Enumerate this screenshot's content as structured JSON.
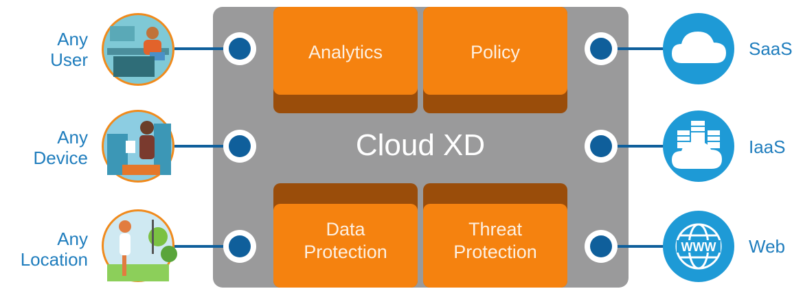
{
  "left_labels": [
    {
      "line1": "Any",
      "line2": "User",
      "icon": "user-at-desk-icon"
    },
    {
      "line1": "Any",
      "line2": "Device",
      "icon": "traveler-with-tablet-icon"
    },
    {
      "line1": "Any",
      "line2": "Location",
      "icon": "person-in-park-icon"
    }
  ],
  "right_labels": [
    {
      "label": "SaaS",
      "icon": "cloud-icon"
    },
    {
      "label": "IaaS",
      "icon": "cloud-servers-icon"
    },
    {
      "label": "Web",
      "icon": "globe-www-icon"
    }
  ],
  "center": {
    "title": "Cloud XD"
  },
  "tiles": {
    "top_left": {
      "line1": "Analytics",
      "line2": ""
    },
    "top_right": {
      "line1": "Policy",
      "line2": ""
    },
    "bottom_left": {
      "line1": "Data",
      "line2": "Protection"
    },
    "bottom_right": {
      "line1": "Threat",
      "line2": "Protection"
    }
  },
  "colors": {
    "frame": "#9a9a9b",
    "tile": "#f5820f",
    "tile_dark": "#9a4d0a",
    "node": "#0f5f9b",
    "text_blue": "#1f7dbd",
    "circle_blue": "#1e9ad6",
    "ring_orange": "#f08a1c"
  }
}
